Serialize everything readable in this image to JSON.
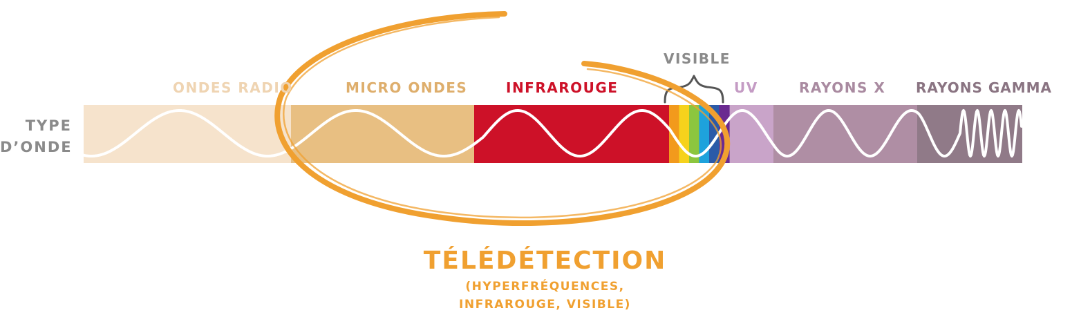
{
  "type_label": {
    "line1": "TYPE",
    "line2": "D’ONDE"
  },
  "bands": [
    {
      "label": "ONDES RADIO",
      "color": "#f6e3cc",
      "label_color": "#efd4b2"
    },
    {
      "label": "MICRO ONDES",
      "color": "#e8bf82",
      "label_color": "#deae6c"
    },
    {
      "label": "INFRAROUGE",
      "color": "#cd1128",
      "label_color": "#cd1128"
    },
    {
      "label": "VISIBLE",
      "color": "#ffffff",
      "label_color": "#8a8a8a"
    },
    {
      "label": "UV",
      "color": "#c9a4c9",
      "label_color": "#c49bc4"
    },
    {
      "label": "RAYONS X",
      "color": "#af8ea4",
      "label_color": "#a98aa0"
    },
    {
      "label": "RAYONS GAMMA",
      "color": "#907a88",
      "label_color": "#8a7482"
    }
  ],
  "visible_colors": [
    "#f29a1c",
    "#f6d21c",
    "#8cc63e",
    "#1ea2dc",
    "#2b5aa8",
    "#6a2a90"
  ],
  "highlight_color": "#f0a030",
  "teledetection": {
    "title": "TÉLÉDÉTECTION",
    "line1": "(HYPERFRÉQUENCES,",
    "line2": "INFRAROUGE, VISIBLE)",
    "color": "#f0a030"
  }
}
